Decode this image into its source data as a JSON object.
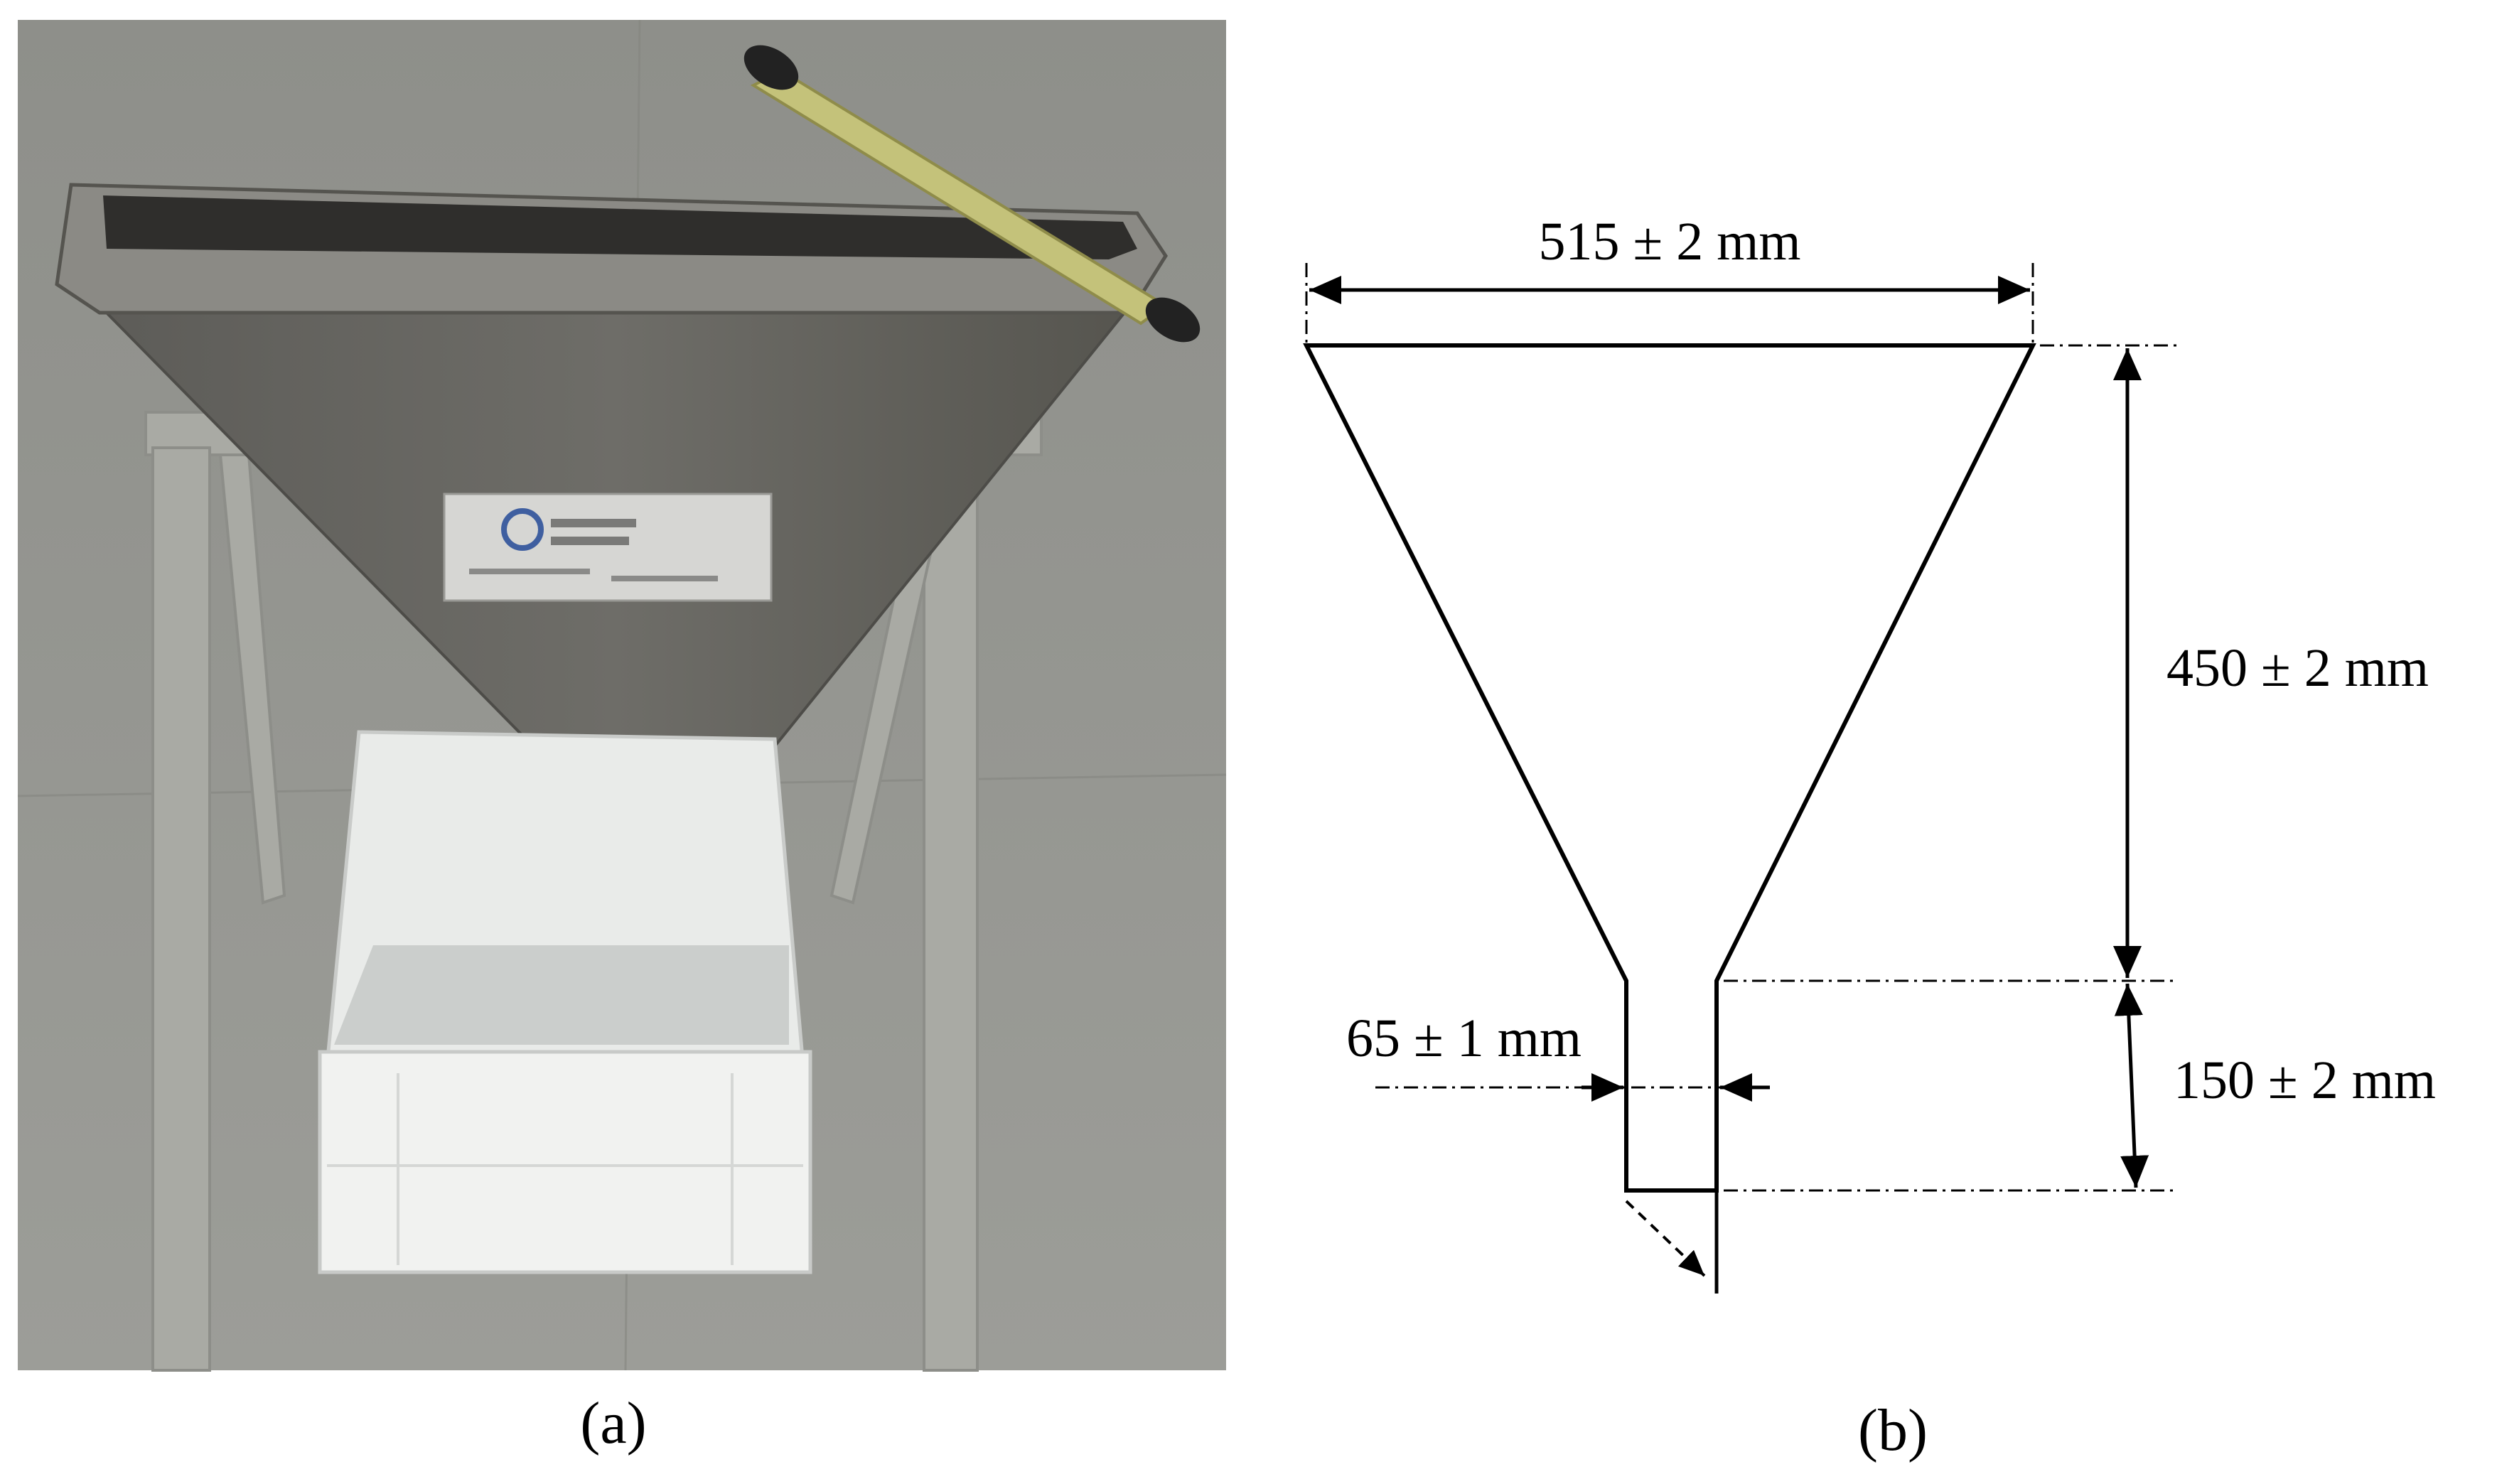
{
  "panels": {
    "a": {
      "caption": "(a)"
    },
    "b": {
      "caption": "(b)"
    }
  },
  "dimensions": {
    "top_width": "515 ± 2 mm",
    "cone_height": "450 ± 2 mm",
    "spout_height": "150 ± 2 mm",
    "spout_width": "65 ± 1 mm"
  }
}
